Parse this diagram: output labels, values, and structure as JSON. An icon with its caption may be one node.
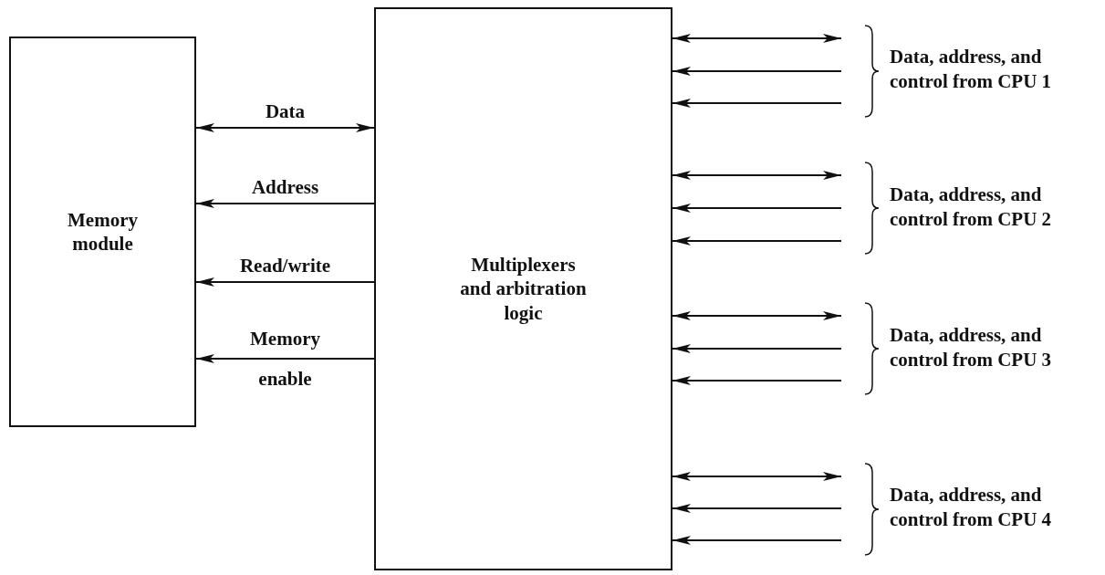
{
  "diagram": {
    "nodes": [
      {
        "text": [
          "Memory module"
        ]
      },
      {
        "text": [
          "Multiplexers and arbitration logic"
        ]
      }
    ],
    "edges": [
      {
        "from": 0,
        "to": 1,
        "arrow": "both",
        "label": "Data"
      },
      {
        "from": 1,
        "to": 0,
        "arrow": "to",
        "label": "Address"
      },
      {
        "from": 1,
        "to": 0,
        "arrow": "to",
        "label": "Read/write"
      },
      {
        "from": 1,
        "to": 0,
        "arrow": "to",
        "label": "Memory enable"
      },
      {
        "from": 1,
        "to": null,
        "arrow": "both"
      },
      {
        "from": null,
        "to": 1,
        "arrow": "to"
      },
      {
        "from": null,
        "to": 1,
        "arrow": "to"
      },
      {
        "from": 1,
        "to": null,
        "arrow": "both"
      },
      {
        "from": null,
        "to": 1,
        "arrow": "to"
      },
      {
        "from": null,
        "to": 1,
        "arrow": "to"
      },
      {
        "from": 1,
        "to": null,
        "arrow": "both"
      },
      {
        "from": null,
        "to": 1,
        "arrow": "to"
      },
      {
        "from": null,
        "to": 1,
        "arrow": "to"
      },
      {
        "from": 1,
        "to": null,
        "arrow": "both"
      },
      {
        "from": null,
        "to": 1,
        "arrow": "to"
      },
      {
        "from": null,
        "to": 1,
        "arrow": "to"
      }
    ],
    "labels": [
      "Data, address, and control from CPU 1",
      "Data, address, and control from CPU 2",
      "Data, address, and control from CPU 3",
      "Data, address, and control from CPU 4"
    ]
  }
}
